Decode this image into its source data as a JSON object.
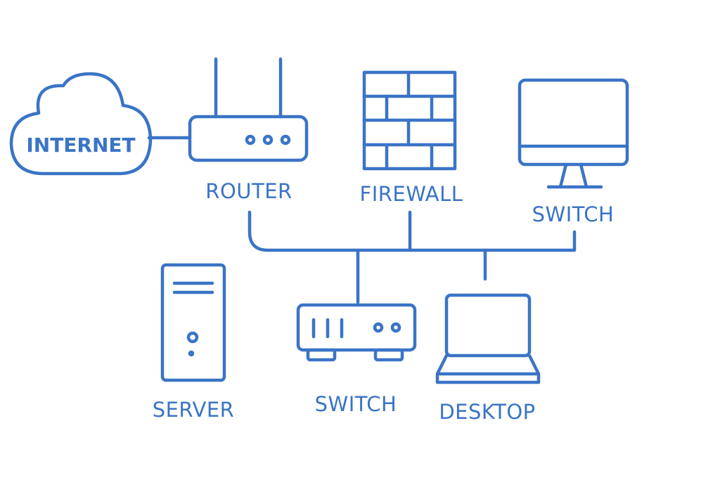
{
  "colors": {
    "stroke": "#3a74c6",
    "background": "#ffffff"
  },
  "nodes": {
    "internet": {
      "label": "INTERNET",
      "icon": "cloud-icon"
    },
    "router": {
      "label": "ROUTER",
      "icon": "router-icon"
    },
    "firewall": {
      "label": "FIREWALL",
      "icon": "firewall-icon"
    },
    "monitor": {
      "label": "SWITCH",
      "icon": "monitor-icon"
    },
    "server": {
      "label": "SERVER",
      "icon": "server-tower-icon"
    },
    "switch": {
      "label": "SWITCH",
      "icon": "network-switch-icon"
    },
    "desktop": {
      "label": "DESKTOP",
      "icon": "laptop-icon"
    }
  }
}
